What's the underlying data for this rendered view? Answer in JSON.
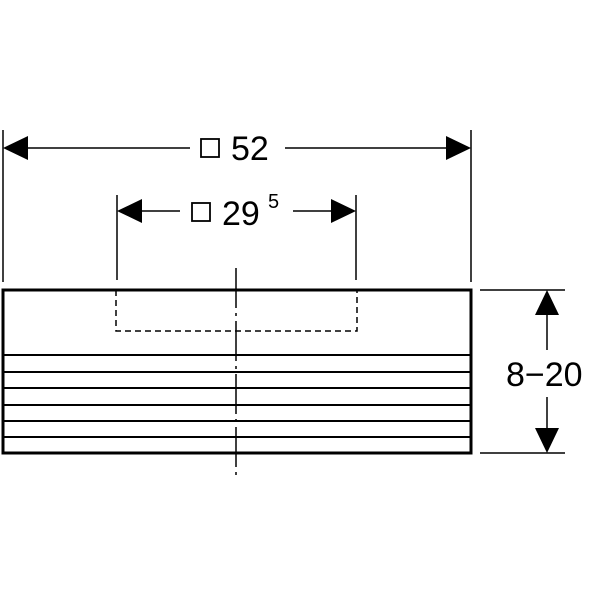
{
  "dimensions": {
    "outer_width": {
      "symbol": "square",
      "value": "52"
    },
    "inner_width": {
      "symbol": "square",
      "value": "29",
      "superscript": "5"
    },
    "height_range": "8−20"
  },
  "colors": {
    "line": "#000000",
    "background": "#ffffff"
  }
}
